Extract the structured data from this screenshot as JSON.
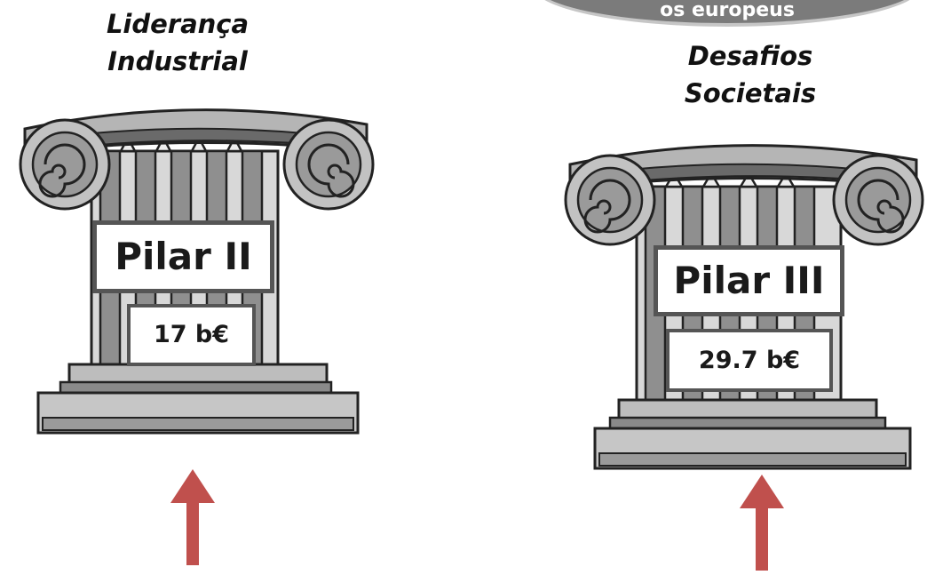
{
  "banner": {
    "text": "os europeus"
  },
  "pillars": [
    {
      "title_line1": "Liderança",
      "title_line2": "Industrial",
      "name": "Pilar II",
      "value": "17 b€"
    },
    {
      "title_line1": "Desafios",
      "title_line2": "Societais",
      "name": "Pilar III",
      "value": "29.7 b€"
    }
  ],
  "colors": {
    "arrow": "#c0504d",
    "pillar_light": "#c8c8c8",
    "pillar_mid": "#9a9a9a",
    "pillar_dark": "#5a5a5a",
    "banner": "#7b7b7b"
  }
}
